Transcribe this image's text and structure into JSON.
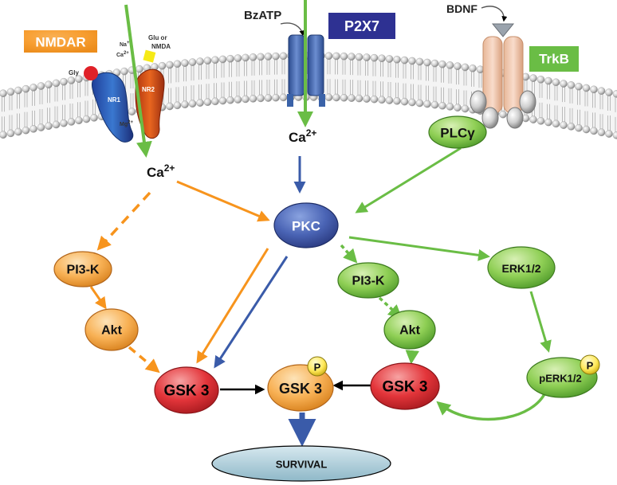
{
  "receptors": {
    "nmdar": {
      "label": "NMDAR",
      "color": "#f7941d",
      "ions_na": "Na",
      "ions_na_sup": "+",
      "ions_ca": "Ca",
      "ions_ca_sup": "2+",
      "gly": "Gly",
      "glu": "Glu or",
      "glu2": "NMDA",
      "mg": "Mg",
      "mg_sup": "2+",
      "nr1": "NR1",
      "nr2": "NR2"
    },
    "p2x7": {
      "label": "P2X7",
      "ligand": "BzATP",
      "color": "#2e3192"
    },
    "trkb": {
      "label": "TrkB",
      "ligand": "BDNF",
      "color": "#6abd45"
    }
  },
  "ions": {
    "ca_left": {
      "base": "Ca",
      "sup": "2+"
    },
    "ca_mid": {
      "base": "Ca",
      "sup": "2+"
    }
  },
  "nodes": {
    "pkc": "PKC",
    "plcg": "PLCγ",
    "pi3k_left": "PI3-K",
    "akt_left": "Akt",
    "gsk3_left": "GSK 3",
    "gsk3_p": "GSK 3",
    "p_left": "P",
    "gsk3_right": "GSK 3",
    "pi3k_right": "PI3-K",
    "akt_right": "Akt",
    "erk": "ERK1/2",
    "perk": "pERK1/2",
    "p_right": "P",
    "survival": "SURVIVAL"
  },
  "colors": {
    "orange": "#f7941d",
    "green": "#6abd45",
    "blue": "#3a5ba9",
    "red": "#e02128",
    "black": "#000000"
  }
}
